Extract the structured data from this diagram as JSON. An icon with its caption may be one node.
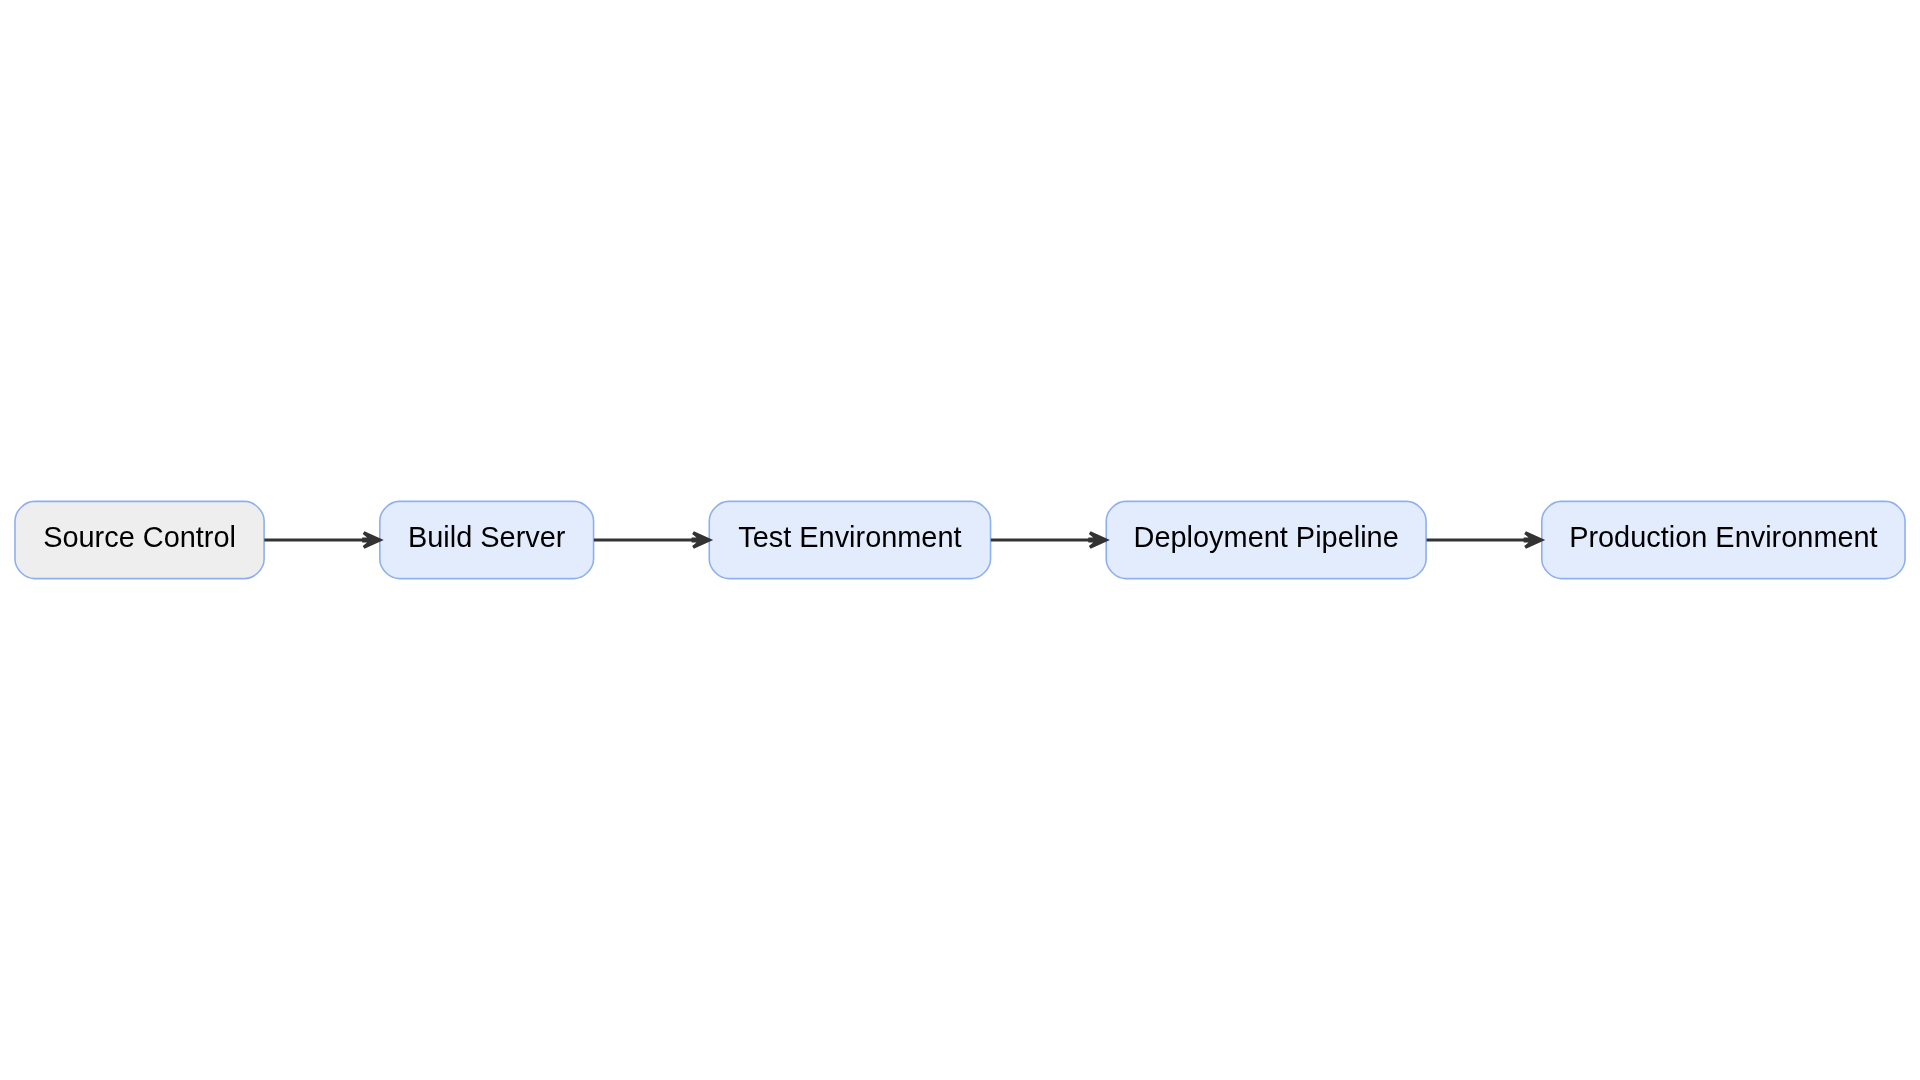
{
  "diagram": {
    "nodes": [
      {
        "text": [
          "Source Control"
        ]
      },
      {
        "text": [
          "Build Server"
        ]
      },
      {
        "text": [
          "Test Environment"
        ]
      },
      {
        "text": [
          "Deployment Pipeline"
        ]
      },
      {
        "text": [
          "Production Environment"
        ]
      }
    ],
    "edges": [
      {
        "from": 0,
        "to": 1,
        "arrow": "to"
      },
      {
        "from": 1,
        "to": 2,
        "arrow": "to"
      },
      {
        "from": 2,
        "to": 3,
        "arrow": "to"
      },
      {
        "from": 3,
        "to": 4,
        "arrow": "to"
      }
    ]
  }
}
